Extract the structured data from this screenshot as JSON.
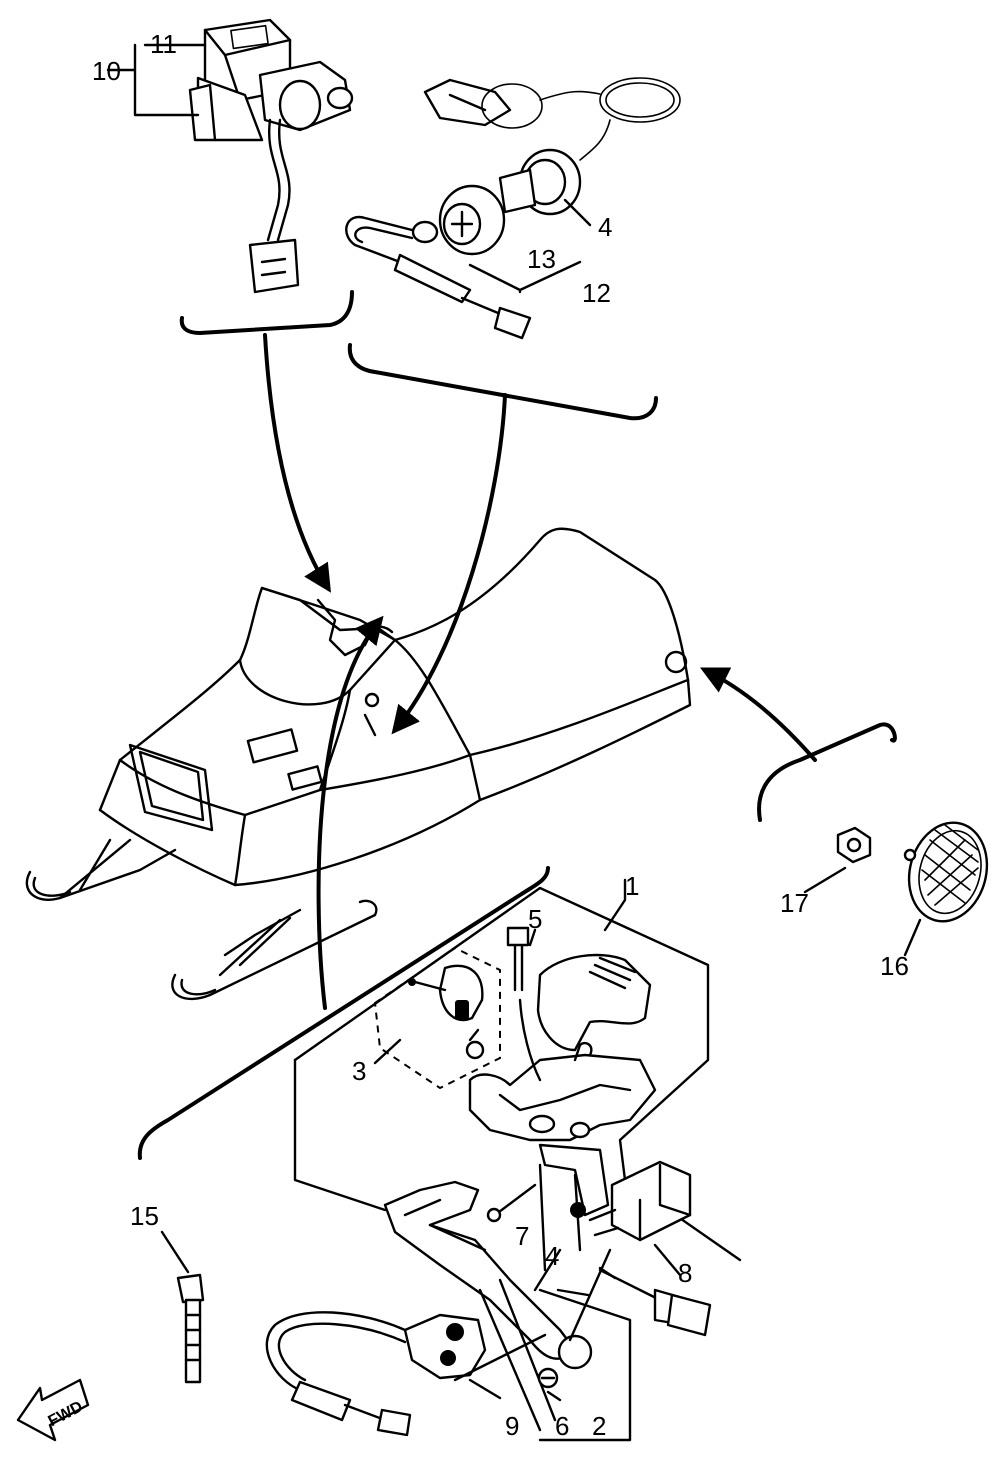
{
  "callouts": {
    "p1": "1",
    "p2": "2",
    "p3": "3",
    "p4a": "4",
    "p4b": "4",
    "p5": "5",
    "p6": "6",
    "p7": "7",
    "p8": "8",
    "p9": "9",
    "p10": "10",
    "p11": "11",
    "p12": "12",
    "p13": "13",
    "p15": "15",
    "p16": "16",
    "p17": "17"
  },
  "fwd_label": "FWD",
  "icons": {
    "fwd": "fwd-arrow-icon"
  }
}
